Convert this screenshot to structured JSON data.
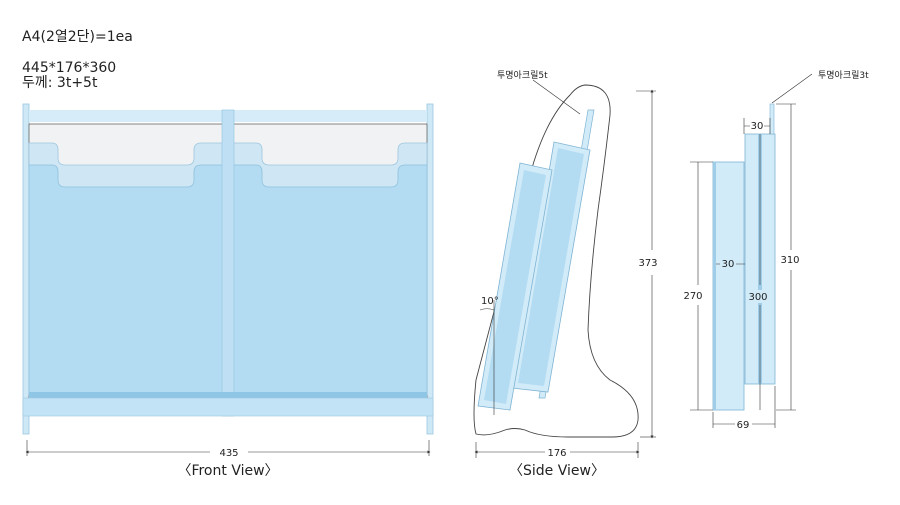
{
  "spec": {
    "type_line": "A4(2열2단)=1ea",
    "size_line": "445*176*360",
    "thickness_line": "두께: 3t+5t"
  },
  "front_view": {
    "caption": "〈Front View〉",
    "width_dim": "435"
  },
  "side_view": {
    "caption": "〈Side View〉",
    "material_note": "투명아크릴5t",
    "height_dim": "373",
    "depth_dim": "176",
    "angle_dim": "10°"
  },
  "pocket_detail": {
    "material_note": "투명아크릴3t",
    "top_gap_dim": "30",
    "inner_gap_dim": "30",
    "front_height_dim": "270",
    "back_height_dim": "300",
    "overall_height_dim": "310",
    "depth_dim": "69"
  },
  "colors": {
    "acrylic_fill": "#b3dcf3",
    "acrylic_light": "#d2ebf8",
    "outline": "#555555",
    "dim_line": "#333333"
  }
}
